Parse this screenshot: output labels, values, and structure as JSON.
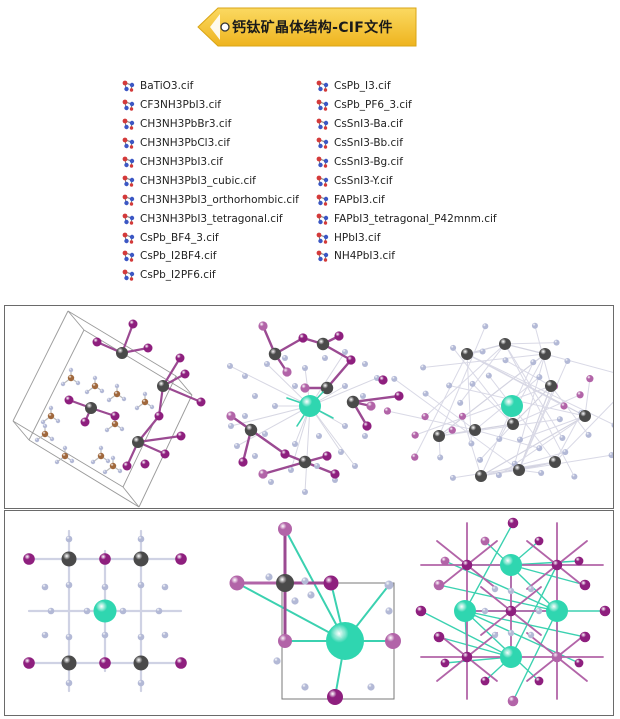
{
  "banner": {
    "title": "钙钛矿晶体结构-CIF文件",
    "color": "#f7c93a",
    "arrow_icon": "arrow-left-banner-shape",
    "bullet_icon": "circle-bullet-icon"
  },
  "file_icon": "cif-molecule-icon",
  "files_col1": [
    "BaTiO3.cif",
    "CF3NH3PbI3.cif",
    "CH3NH3PbBr3.cif",
    "CH3NH3PbCl3.cif",
    "CH3NH3PbI3.cif",
    "CH3NH3PbI3_cubic.cif",
    "CH3NH3PbI3_orthorhombic.cif",
    "CH3NH3PbI3_tetragonal.cif",
    "CsPb_BF4_3.cif",
    "CsPb_I2BF4.cif",
    "CsPb_I2PF6.cif"
  ],
  "files_col2": [
    "CsPb_I3.cif",
    "CsPb_PF6_3.cif",
    "CsSnI3-Ba.cif",
    "CsSnI3-Bb.cif",
    "CsSnI3-Bg.cif",
    "CsSnI3-Y.cif",
    "FAPbI3.cif",
    "FAPbI3_tetragonal_P42mnm.cif",
    "HPbI3.cif",
    "NH4PbI3.cif"
  ],
  "colors": {
    "iodine": "#8e1f7e",
    "iodine_light": "#b264a8",
    "lead": "#4a4a4a",
    "cesium": "#2fd6b0",
    "hydrogen": "#b3b9d6",
    "carbon": "#a0683c",
    "bond": "#c9c9d9"
  },
  "panels": [
    "crystal-structure-perspective-1",
    "crystal-structure-perspective-2",
    "crystal-structure-perspective-3",
    "crystal-structure-projection-1",
    "crystal-structure-projection-2",
    "crystal-structure-projection-3"
  ]
}
